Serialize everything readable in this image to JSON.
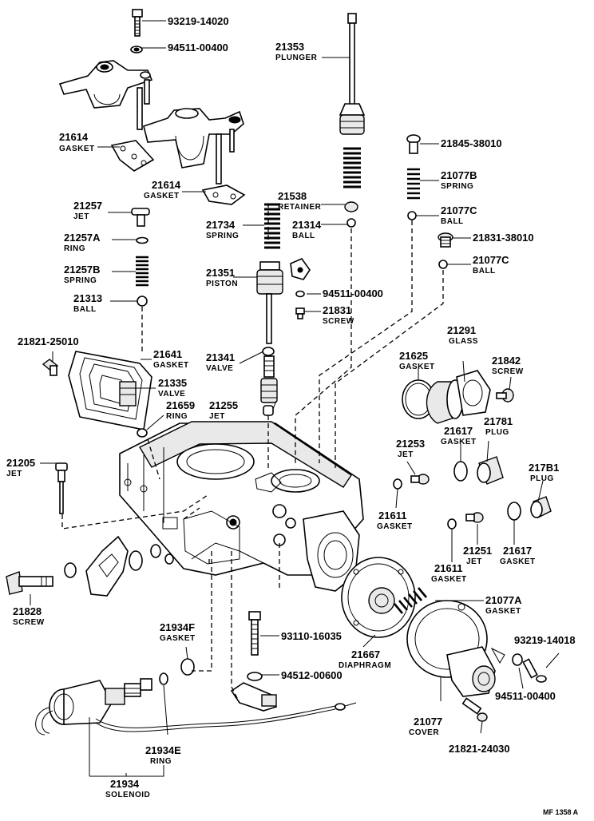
{
  "labels": [
    {
      "id": "l01",
      "num": "93219-14020",
      "name": ""
    },
    {
      "id": "l02",
      "num": "94511-00400",
      "name": ""
    },
    {
      "id": "l03",
      "num": "21614",
      "name": "GASKET"
    },
    {
      "id": "l04",
      "num": "21614",
      "name": "GASKET"
    },
    {
      "id": "l05",
      "num": "21257",
      "name": "JET"
    },
    {
      "id": "l06",
      "num": "21257A",
      "name": "RING"
    },
    {
      "id": "l07",
      "num": "21257B",
      "name": "SPRING"
    },
    {
      "id": "l08",
      "num": "21313",
      "name": "BALL"
    },
    {
      "id": "l09",
      "num": "21353",
      "name": "PLUNGER"
    },
    {
      "id": "l10",
      "num": "21538",
      "name": "RETAINER"
    },
    {
      "id": "l11",
      "num": "21734",
      "name": "SPRING"
    },
    {
      "id": "l12",
      "num": "21314",
      "name": "BALL"
    },
    {
      "id": "l13",
      "num": "21351",
      "name": "PISTON"
    },
    {
      "id": "l14",
      "num": "94511-00400",
      "name": ""
    },
    {
      "id": "l15",
      "num": "21831",
      "name": "SCREW"
    },
    {
      "id": "l16",
      "num": "21845-38010",
      "name": ""
    },
    {
      "id": "l17",
      "num": "21077B",
      "name": "SPRING"
    },
    {
      "id": "l18",
      "num": "21077C",
      "name": "BALL"
    },
    {
      "id": "l19",
      "num": "21831-38010",
      "name": ""
    },
    {
      "id": "l20",
      "num": "21077C",
      "name": "BALL"
    },
    {
      "id": "l21",
      "num": "21821-25010",
      "name": ""
    },
    {
      "id": "l22",
      "num": "21641",
      "name": "GASKET"
    },
    {
      "id": "l23",
      "num": "21335",
      "name": "VALVE"
    },
    {
      "id": "l24",
      "num": "21659",
      "name": "RING"
    },
    {
      "id": "l25",
      "num": "21341",
      "name": "VALVE"
    },
    {
      "id": "l26",
      "num": "21255",
      "name": "JET"
    },
    {
      "id": "l27",
      "num": "21291",
      "name": "GLASS"
    },
    {
      "id": "l28",
      "num": "21625",
      "name": "GASKET"
    },
    {
      "id": "l29",
      "num": "21842",
      "name": "SCREW"
    },
    {
      "id": "l30",
      "num": "21617",
      "name": "GASKET"
    },
    {
      "id": "l31",
      "num": "21781",
      "name": "PLUG"
    },
    {
      "id": "l32",
      "num": "21205",
      "name": "JET"
    },
    {
      "id": "l33",
      "num": "21253",
      "name": "JET"
    },
    {
      "id": "l34",
      "num": "21611",
      "name": "GASKET"
    },
    {
      "id": "l35",
      "num": "217B1",
      "name": "PLUG"
    },
    {
      "id": "l36",
      "num": "21251",
      "name": "JET"
    },
    {
      "id": "l37",
      "num": "21617",
      "name": "GASKET"
    },
    {
      "id": "l38",
      "num": "21611",
      "name": "GASKET"
    },
    {
      "id": "l39",
      "num": "21077A",
      "name": "GASKET"
    },
    {
      "id": "l40",
      "num": "21828",
      "name": "SCREW"
    },
    {
      "id": "l41",
      "num": "21934F",
      "name": "GASKET"
    },
    {
      "id": "l42",
      "num": "93110-16035",
      "name": ""
    },
    {
      "id": "l43",
      "num": "21667",
      "name": "DIAPHRAGM"
    },
    {
      "id": "l44",
      "num": "93219-14018",
      "name": ""
    },
    {
      "id": "l45",
      "num": "94512-00600",
      "name": ""
    },
    {
      "id": "l46",
      "num": "94511-00400",
      "name": ""
    },
    {
      "id": "l47",
      "num": "21077",
      "name": "COVER"
    },
    {
      "id": "l48",
      "num": "21934E",
      "name": "RING"
    },
    {
      "id": "l49",
      "num": "21821-24030",
      "name": ""
    },
    {
      "id": "l50",
      "num": "21934",
      "name": "SOLENOID"
    }
  ],
  "footer": {
    "code": "MF  1358 A"
  }
}
